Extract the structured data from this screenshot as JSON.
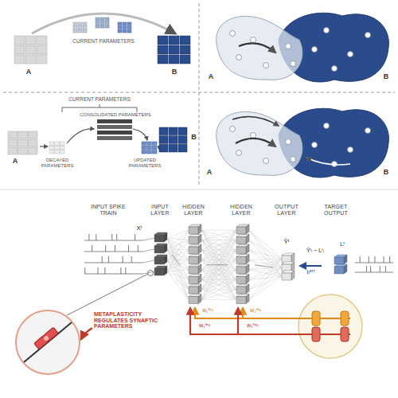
{
  "diagram": {
    "nodes": [
      {
        "text": [
          "INPUT LAYER"
        ]
      },
      {
        "text": [
          "HIDDEN LAYER"
        ]
      },
      {
        "text": [
          "HIDDEN LAYER"
        ]
      },
      {
        "text": [
          "OUTPUT LAYER"
        ]
      },
      {
        "text": [
          "TARGET OUTPUT"
        ]
      }
    ],
    "edges": [
      {
        "from": 0,
        "to": 1,
        "arrow": "none"
      },
      {
        "from": 1,
        "to": 2,
        "arrow": "none"
      },
      {
        "from": 2,
        "to": 3,
        "arrow": "none"
      },
      {
        "from": 4,
        "to": 3,
        "label": "Iᵢᵉʳʳ",
        "arrow": "to"
      }
    ],
    "labels": [
      "A",
      "B",
      "CURRENT PARAMETERS",
      "A",
      "B",
      "CURRENT PARAMETERS",
      "CONSOLIDATED PARAMETERS",
      "DECAYED PARAMETERS",
      "UPDATED PARAMETERS",
      "A",
      "B",
      "A",
      "B",
      "INPUT SPIKE TRAIN",
      "Xᵗ",
      "Ŷᵗ",
      "Lᵗ",
      "Ŷᵗᵢ − Lᵗᵢ",
      "w₁ᶠᵇ¹",
      "w₂ᶠᵇ¹",
      "w₁ᶠᵇ²",
      "w₂ᶠᵇ²",
      "METAPLASTICITY REGULATES SYNAPTIC PARAMETERS"
    ]
  }
}
